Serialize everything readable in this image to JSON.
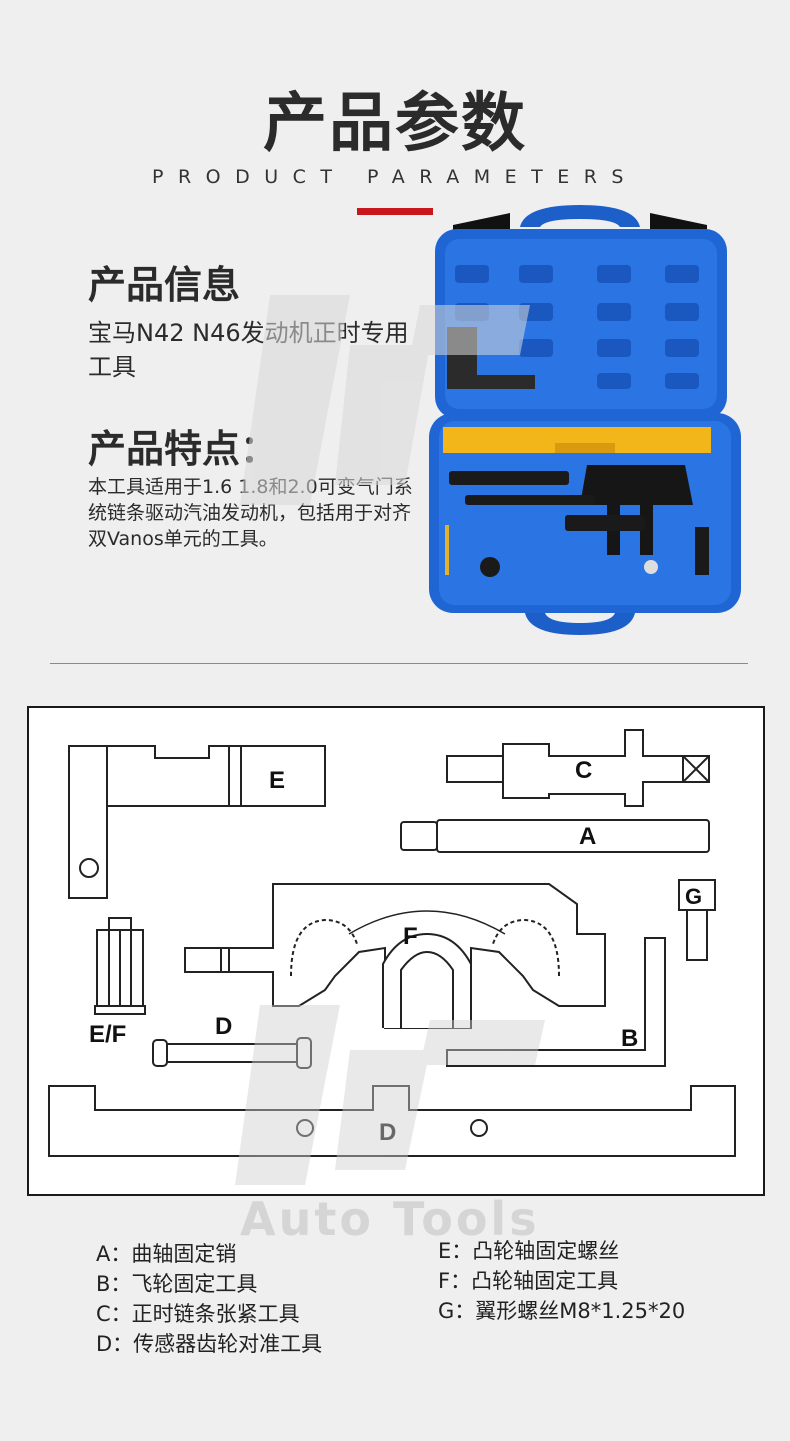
{
  "header": {
    "title_cn": "产品参数",
    "title_en": "PRODUCT PARAMETERS"
  },
  "info": {
    "heading": "产品信息",
    "text": "宝马N42 N46发动机正时专用工具"
  },
  "features": {
    "heading": "产品特点：",
    "text": "本工具适用于1.6 1.8和2.0可变气门系统链条驱动汽油发动机，包括用于对齐双Vanos单元的工具。"
  },
  "diagram": {
    "labels": {
      "a": "A",
      "b": "B",
      "c": "C",
      "d_small": "D",
      "d_bar": "D",
      "e": "E",
      "ef": "E/F",
      "f": "F",
      "g": "G"
    }
  },
  "watermark": {
    "text": "Auto Tools"
  },
  "legend": {
    "left": [
      "A：曲轴固定销",
      "B：飞轮固定工具",
      "C：正时链条张紧工具",
      "D：传感器齿轮对准工具"
    ],
    "right": [
      "E：凸轮轴固定螺丝",
      "F：凸轮轴固定工具",
      "G：翼形螺丝M8*1.25*20"
    ]
  },
  "colors": {
    "accent_red": "#c8161d",
    "case_blue": "#1f66d4",
    "bar_yellow": "#f2b51a"
  }
}
